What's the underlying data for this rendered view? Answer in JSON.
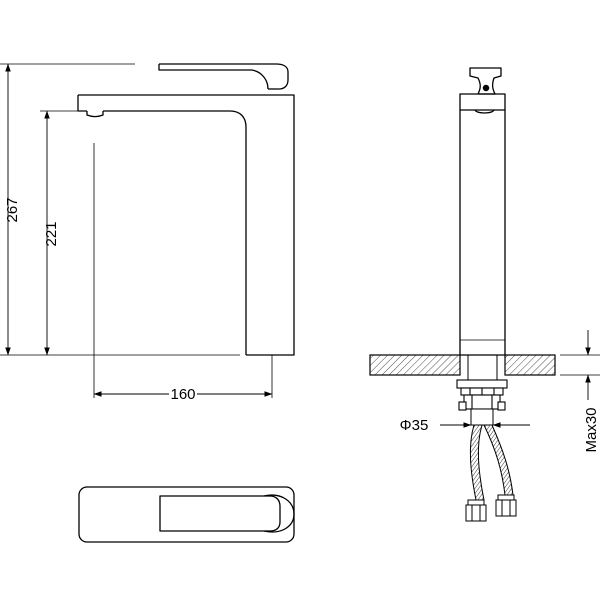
{
  "drawing": {
    "dimensions": {
      "overall_height": "267",
      "spout_height": "221",
      "spout_reach": "160",
      "hose_diameter": "Φ35",
      "max_deck_thickness": "Max30"
    }
  }
}
